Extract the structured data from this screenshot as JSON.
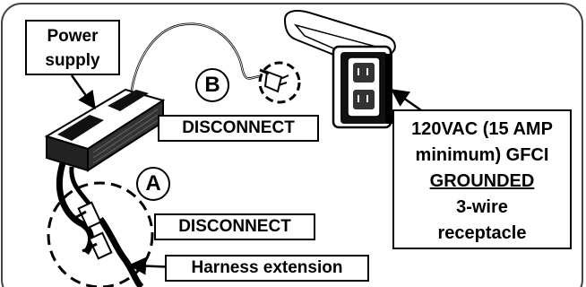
{
  "labels": {
    "power_supply": [
      "Power",
      "supply"
    ],
    "callout_b": "B",
    "callout_a": "A",
    "disconnect_b": "DISCONNECT",
    "disconnect_a": "DISCONNECT",
    "harness": "Harness extension",
    "receptacle": {
      "line1": "120VAC (15 AMP",
      "line2": "minimum) GFCI",
      "line3": "GROUNDED",
      "line4": "3-wire",
      "line5": "receptacle"
    }
  },
  "icons": [
    "power-supply-unit",
    "power-plug",
    "gfci-outlet",
    "wire-connector"
  ]
}
